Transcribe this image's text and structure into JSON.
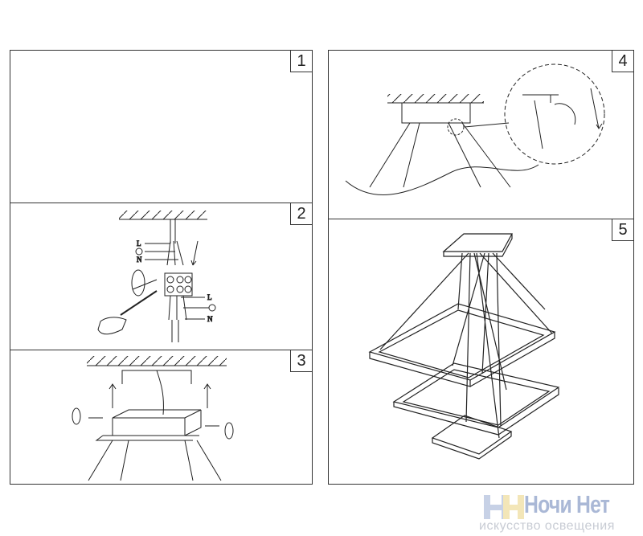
{
  "panels": [
    {
      "number": "1"
    },
    {
      "number": "2",
      "labels": {
        "top_L": "L",
        "top_N": "N",
        "bottom_L": "L",
        "bottom_N": "N"
      }
    },
    {
      "number": "3"
    },
    {
      "number": "4"
    },
    {
      "number": "5"
    }
  ],
  "logo": {
    "name": "Ночи Нет",
    "tagline": "искусство освещения"
  },
  "colors": {
    "line": "#222222",
    "logo_blue": "#aab8d6",
    "logo_yellow": "#f3e6b8"
  }
}
